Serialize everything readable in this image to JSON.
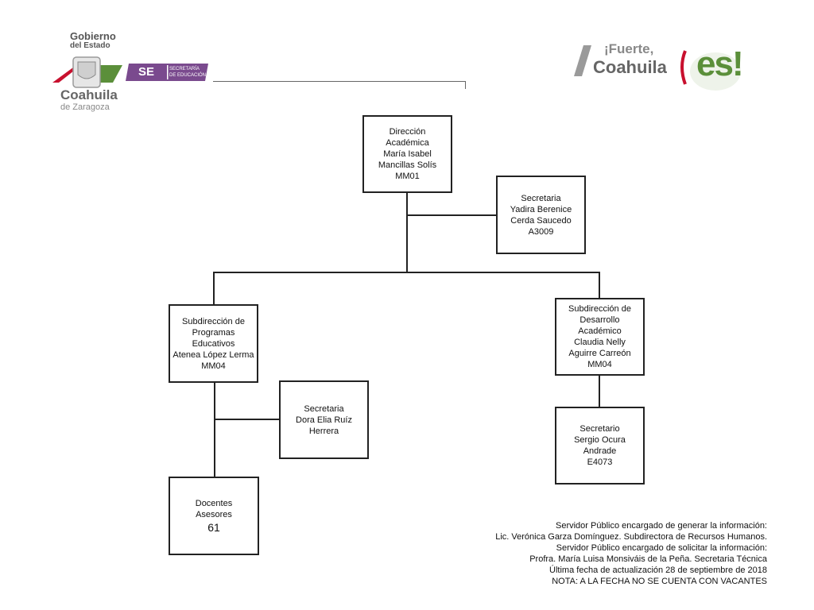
{
  "header": {
    "gov_logo": {
      "line1": "Gobierno",
      "line2": "del Estado",
      "state": "Coahuila",
      "state_sub": "de Zaragoza",
      "se_badge": "SE",
      "se_text_1": "SECRETARÍA",
      "se_text_2": "DE EDUCACIÓN"
    },
    "slogan_logo": {
      "line1": "¡Fuerte,",
      "line2": "Coahuila",
      "es": "es!"
    },
    "colors": {
      "red": "#c8102e",
      "green": "#5b8f3a",
      "purple": "#7a4a8e",
      "gray": "#9a9a9a"
    }
  },
  "org": {
    "direccion": [
      "Dirección",
      "Académica",
      "María Isabel",
      "Mancillas Solís",
      "MM01"
    ],
    "secretaria_dir": [
      "Secretaria",
      "Yadira Berenice",
      "Cerda Saucedo",
      "A3009"
    ],
    "sub_programas": [
      "Subdirección de",
      "Programas",
      "Educativos",
      "Atenea López Lerma",
      "MM04"
    ],
    "sub_desarrollo": [
      "Subdirección de",
      "Desarrollo",
      "Académico",
      "Claudia Nelly",
      "Aguirre Carreón",
      "MM04"
    ],
    "secretaria_prog": [
      "Secretaria",
      "Dora Elia Ruíz",
      "Herrera"
    ],
    "secretario_des": [
      "Secretario",
      "Sergio Ocura",
      "Andrade",
      "E4073"
    ],
    "docentes": [
      "Docentes",
      "Asesores",
      "61"
    ]
  },
  "footer": [
    "Servidor Público encargado de generar la información:",
    "Lic. Verónica Garza Domínguez. Subdirectora de Recursos Humanos.",
    "Servidor Público encargado de solicitar la información:",
    "Profra. María Luisa Monsiváis de la Peña. Secretaria Técnica",
    "Última fecha de actualización 28 de septiembre de 2018",
    "NOTA: A LA FECHA NO SE CUENTA CON VACANTES"
  ]
}
